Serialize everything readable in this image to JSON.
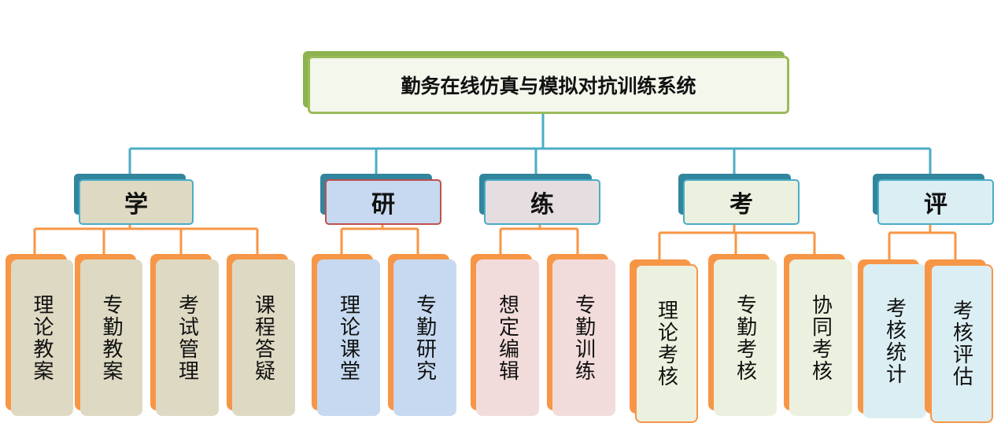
{
  "root": {
    "label": "勤务在线仿真与模拟对抗训练系统"
  },
  "categories": [
    {
      "label": "学",
      "items": [
        "理论教案",
        "专勤教案",
        "考试管理",
        "课程答疑"
      ],
      "fill": "#ddd9c3",
      "leaf_fill": "#ddd9c3"
    },
    {
      "label": "研",
      "items": [
        "理论课堂",
        "专勤研究"
      ],
      "fill": "#c6d9f0",
      "leaf_fill": "#c6d9f0"
    },
    {
      "label": "练",
      "items": [
        "想定编辑",
        "专勤训练"
      ],
      "fill": "#e6dde1",
      "leaf_fill": "#f2dcdb"
    },
    {
      "label": "考",
      "items": [
        "理论考核",
        "专勤考核",
        "协同考核"
      ],
      "fill": "#ebf1de",
      "leaf_fill": "#ebf1de"
    },
    {
      "label": "评",
      "items": [
        "考核统计",
        "考核评估"
      ],
      "fill": "#dbeef3",
      "leaf_fill": "#dbeef3"
    }
  ],
  "colors": {
    "root_border": "#9bbb59",
    "category_connector": "#4bacc6",
    "leaf_connector": "#f79646",
    "category_shadow": "#31859c",
    "leaf_shadow": "#f79646",
    "yan_border": "#c0504d"
  }
}
